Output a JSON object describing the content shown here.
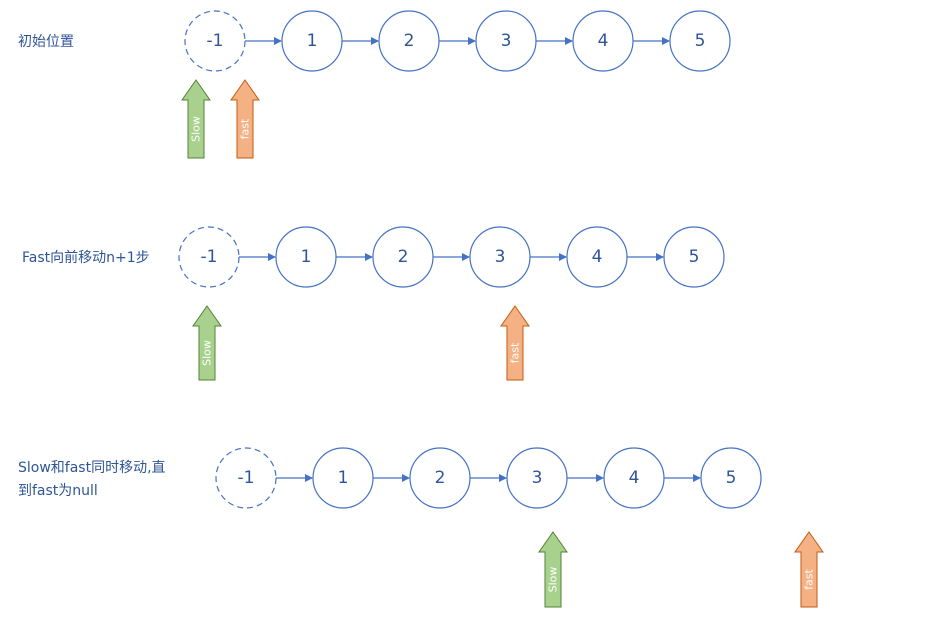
{
  "colors": {
    "node_stroke": "#4472c4",
    "link": "#4472c4",
    "text": "#2f5597",
    "slow_fill": "#a9d18e",
    "slow_stroke": "#548235",
    "fast_fill": "#f4b183",
    "fast_stroke": "#c55a11"
  },
  "rows": [
    {
      "label_lines": [
        "初始位置"
      ],
      "nodes": [
        "-1",
        "1",
        "2",
        "3",
        "4",
        "5"
      ],
      "pointers": [
        {
          "text": "Slow",
          "type": "slow",
          "at_index": 0
        },
        {
          "text": "fast",
          "type": "fast",
          "at_index": 0
        }
      ]
    },
    {
      "label_lines": [
        "Fast向前移动n+1步"
      ],
      "nodes": [
        "-1",
        "1",
        "2",
        "3",
        "4",
        "5"
      ],
      "pointers": [
        {
          "text": "Slow",
          "type": "slow",
          "at_index": 0
        },
        {
          "text": "fast",
          "type": "fast",
          "at_index": 3
        }
      ]
    },
    {
      "label_lines": [
        "Slow和fast同时移动,直",
        "到fast为null"
      ],
      "nodes": [
        "-1",
        "1",
        "2",
        "3",
        "4",
        "5"
      ],
      "pointers": [
        {
          "text": "Slow",
          "type": "slow",
          "at_index": 3
        },
        {
          "text": "fast",
          "type": "fast",
          "at_index": 6
        }
      ]
    }
  ]
}
